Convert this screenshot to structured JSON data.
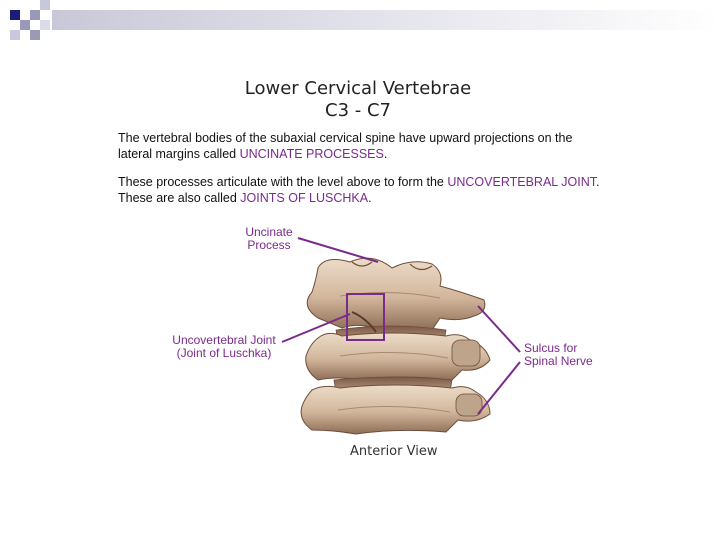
{
  "slide": {
    "title_line1": "Lower Cervical Vertebrae",
    "title_line2": "C3 - C7",
    "paragraph1": {
      "text": "The vertebral bodies of the subaxial cervical spine have upward projections on the lateral margins called ",
      "highlight": "UNCINATE PROCESSES",
      "after": "."
    },
    "paragraph2": {
      "text": "These processes articulate with the level above to form the ",
      "highlight1": "UNCOVERTEBRAL JOINT",
      "middle": ". These are also called ",
      "highlight2": "JOINTS OF LUSCHKA",
      "after": "."
    }
  },
  "figure": {
    "labels": {
      "uncinate_line1": "Uncinate",
      "uncinate_line2": "Process",
      "joint_line1": "Uncovertebral Joint",
      "joint_line2": "(Joint of Luschka)",
      "sulcus_line1": "Sulcus for",
      "sulcus_line2": "Spinal Nerve"
    },
    "caption": "Anterior View"
  },
  "colors": {
    "accent": "#7a2a8c",
    "bone": "#d8c0a8",
    "bone_shadow": "#a88a70",
    "bone_dark": "#6e4e3a",
    "deco_blue": "#1c1c7a"
  }
}
